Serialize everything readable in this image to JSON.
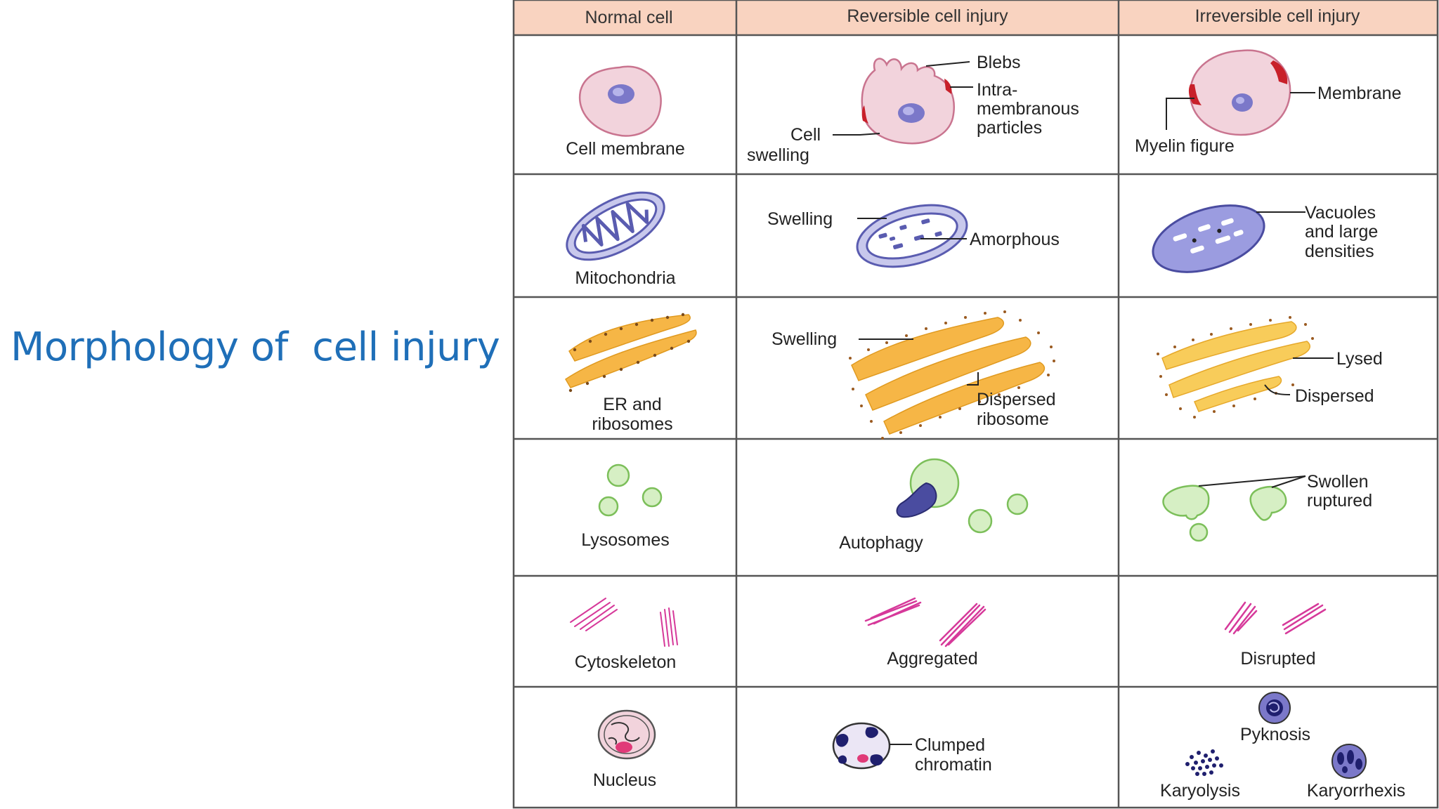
{
  "slide": {
    "title": "Morphology of  cell injury"
  },
  "table": {
    "headers": [
      "Normal cell",
      "Reversible cell injury",
      "Irreversible cell injury"
    ],
    "header_bg": "#f9d3c0",
    "rows": [
      {
        "organelle": "Cell membrane",
        "normal": {
          "label": "Cell membrane"
        },
        "reversible": {
          "labels": [
            "Blebs",
            "Intra-",
            "membranous",
            "particles",
            "Cell",
            "swelling"
          ]
        },
        "irreversible": {
          "labels": [
            "Membrane",
            "Myelin figure"
          ]
        }
      },
      {
        "organelle": "Mitochondria",
        "normal": {
          "label": "Mitochondria"
        },
        "reversible": {
          "labels": [
            "Swelling",
            "Amorphous"
          ]
        },
        "irreversible": {
          "labels": [
            "Vacuoles",
            "and large",
            "densities"
          ]
        }
      },
      {
        "organelle": "ER and ribosomes",
        "normal": {
          "labels": [
            "ER and",
            "ribosomes"
          ]
        },
        "reversible": {
          "labels": [
            "Swelling",
            "Dispersed",
            "ribosome"
          ]
        },
        "irreversible": {
          "labels": [
            "Lysed",
            "Dispersed"
          ]
        }
      },
      {
        "organelle": "Lysosomes",
        "normal": {
          "label": "Lysosomes"
        },
        "reversible": {
          "label": "Autophagy"
        },
        "irreversible": {
          "labels": [
            "Swollen",
            "ruptured"
          ]
        }
      },
      {
        "organelle": "Cytoskeleton",
        "normal": {
          "label": "Cytoskeleton"
        },
        "reversible": {
          "label": "Aggregated"
        },
        "irreversible": {
          "label": "Disrupted"
        }
      },
      {
        "organelle": "Nucleus",
        "normal": {
          "label": "Nucleus"
        },
        "reversible": {
          "labels": [
            "Clumped",
            "chromatin"
          ]
        },
        "irreversible": {
          "labels": [
            "Pyknosis",
            "Karyolysis",
            "Karyorrhexis"
          ]
        }
      }
    ]
  },
  "colors": {
    "title": "#1f6fb8",
    "cell_fill": "#f2d3dc",
    "cell_stroke": "#c9748f",
    "nucleus": "#7b78c9",
    "membrane_damage": "#c8202a",
    "mito_fill": "#c8c8ec",
    "mito_stroke": "#5a5cb0",
    "er": "#f6b646",
    "ribosome": "#9a5a20",
    "lysosome_fill": "#d6efc4",
    "lysosome_stroke": "#7cbf5a",
    "cytoskeleton": "#d6399a",
    "chromatin": "#1f1f6e",
    "nucleolus": "#e03a78"
  }
}
